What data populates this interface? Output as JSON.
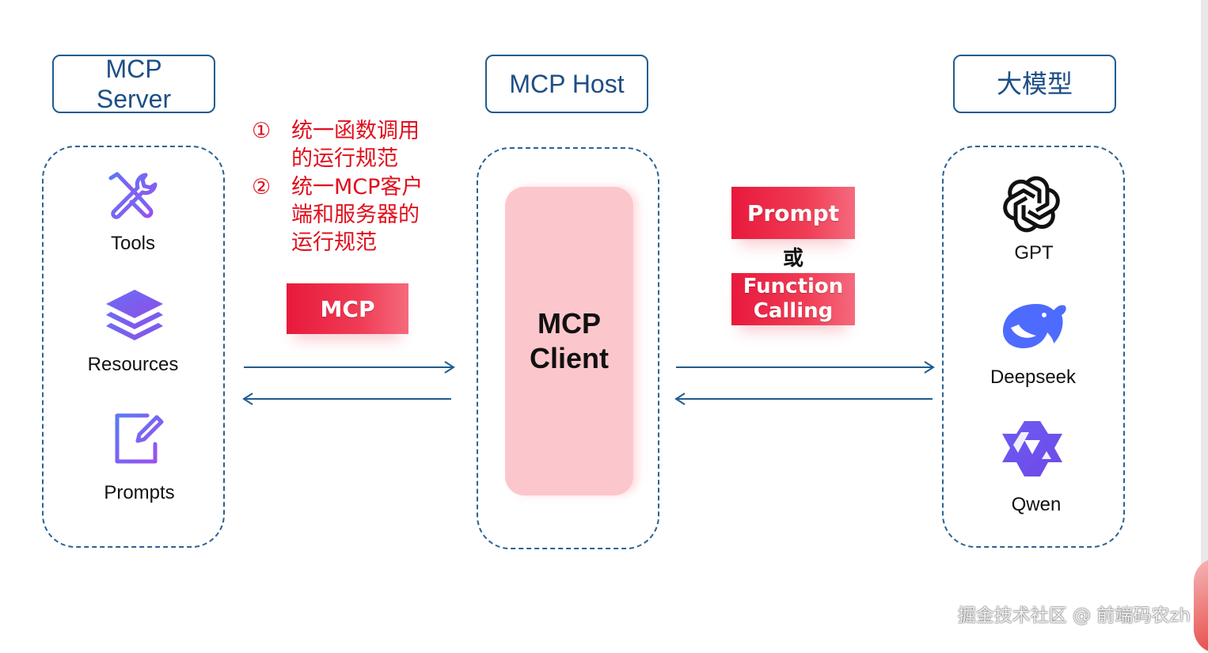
{
  "headers": {
    "server": "MCP\nServer",
    "host": "MCP Host",
    "model": "大模型"
  },
  "server_items": [
    {
      "label": "Tools",
      "icon": "tools-icon"
    },
    {
      "label": "Resources",
      "icon": "stack-icon"
    },
    {
      "label": "Prompts",
      "icon": "document-pen-icon"
    }
  ],
  "notes": {
    "line1_num": "①",
    "line1_text": "统一函数调用\n的运行规范",
    "line2_num": "②",
    "line2_text": "统一MCP客户\n端和服务器的\n运行规范"
  },
  "tags": {
    "mcp": "MCP",
    "prompt": "Prompt",
    "or": "或",
    "function_calling": "Function\nCalling"
  },
  "client": "MCP\nClient",
  "model_items": [
    {
      "label": "GPT",
      "icon": "openai-icon"
    },
    {
      "label": "Deepseek",
      "icon": "whale-icon"
    },
    {
      "label": "Qwen",
      "icon": "qwen-icon"
    }
  ],
  "watermark": "掘金技术社区 @ 前端码农zh",
  "colors": {
    "accent_blue": "#1f5c8f",
    "red_text": "#e0101d",
    "tag_red": "#e8193c",
    "client_pink": "#fcc7cc",
    "icon_purple": "#7b5cf0"
  }
}
